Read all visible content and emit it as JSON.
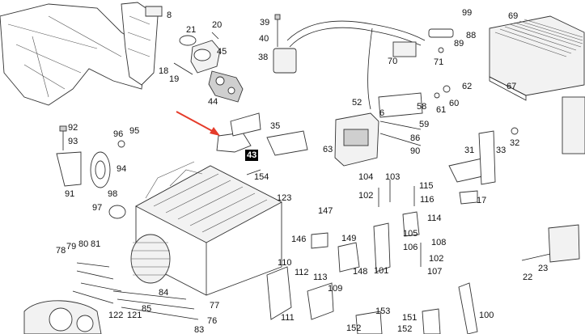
{
  "highlight": {
    "label": "43",
    "arrow_color": "#e53b2a"
  },
  "callouts": [
    "8",
    "21",
    "20",
    "45",
    "18",
    "19",
    "44",
    "39",
    "40",
    "38",
    "99",
    "88",
    "89",
    "70",
    "71",
    "69",
    "67",
    "62",
    "61",
    "60",
    "58",
    "52",
    "6",
    "59",
    "86",
    "90",
    "63",
    "35",
    "92",
    "93",
    "96",
    "95",
    "94",
    "91",
    "154",
    "32",
    "33",
    "31",
    "17",
    "104",
    "103",
    "102",
    "115",
    "116",
    "114",
    "105",
    "106",
    "108",
    "107",
    "101",
    "123",
    "147",
    "146",
    "149",
    "148",
    "97",
    "98",
    "78",
    "79",
    "80",
    "81",
    "110",
    "112",
    "113",
    "109",
    "111",
    "84",
    "85",
    "122",
    "121",
    "83",
    "76",
    "77",
    "153",
    "152",
    "151",
    "100",
    "22",
    "23"
  ]
}
